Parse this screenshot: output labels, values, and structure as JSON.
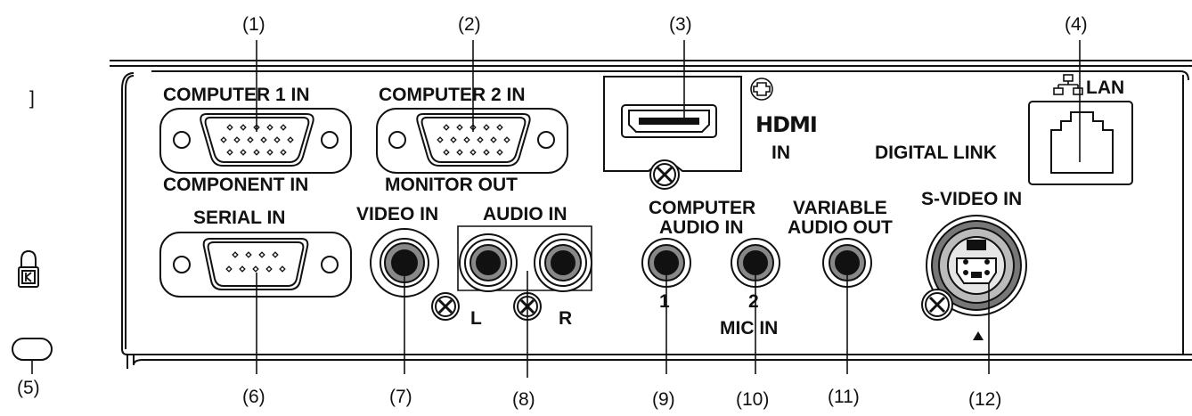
{
  "labels": {
    "computer1": "COMPUTER 1 IN",
    "component": "COMPONENT IN",
    "computer2": "COMPUTER 2 IN",
    "monitor_out": "MONITOR OUT",
    "hdmi_logo": "HDMI",
    "hdmi_in": "IN",
    "lan": "LAN",
    "digital_link": "DIGITAL LINK",
    "serial_in": "SERIAL IN",
    "video_in": "VIDEO IN",
    "audio_in": "AUDIO IN",
    "audio_l": "L",
    "audio_r": "R",
    "computer_audio_line1": "COMPUTER",
    "computer_audio_line2": "AUDIO IN",
    "variable_audio_line1": "VARIABLE",
    "variable_audio_line2": "AUDIO OUT",
    "svideo_in": "S-VIDEO IN",
    "jack1": "1",
    "jack2": "2",
    "mic_in": "MIC IN",
    "left_bracket": "]"
  },
  "callouts": [
    "(1)",
    "(2)",
    "(3)",
    "(4)",
    "(5)",
    "(6)",
    "(7)",
    "(8)",
    "(9)",
    "(10)",
    "(11)",
    "(12)"
  ],
  "colors": {
    "ink": "#111111",
    "connector_fill": "#ffffff"
  },
  "icons": [
    "network-icon",
    "kensington-lock-icon",
    "screw-icon",
    "triangle-icon"
  ]
}
